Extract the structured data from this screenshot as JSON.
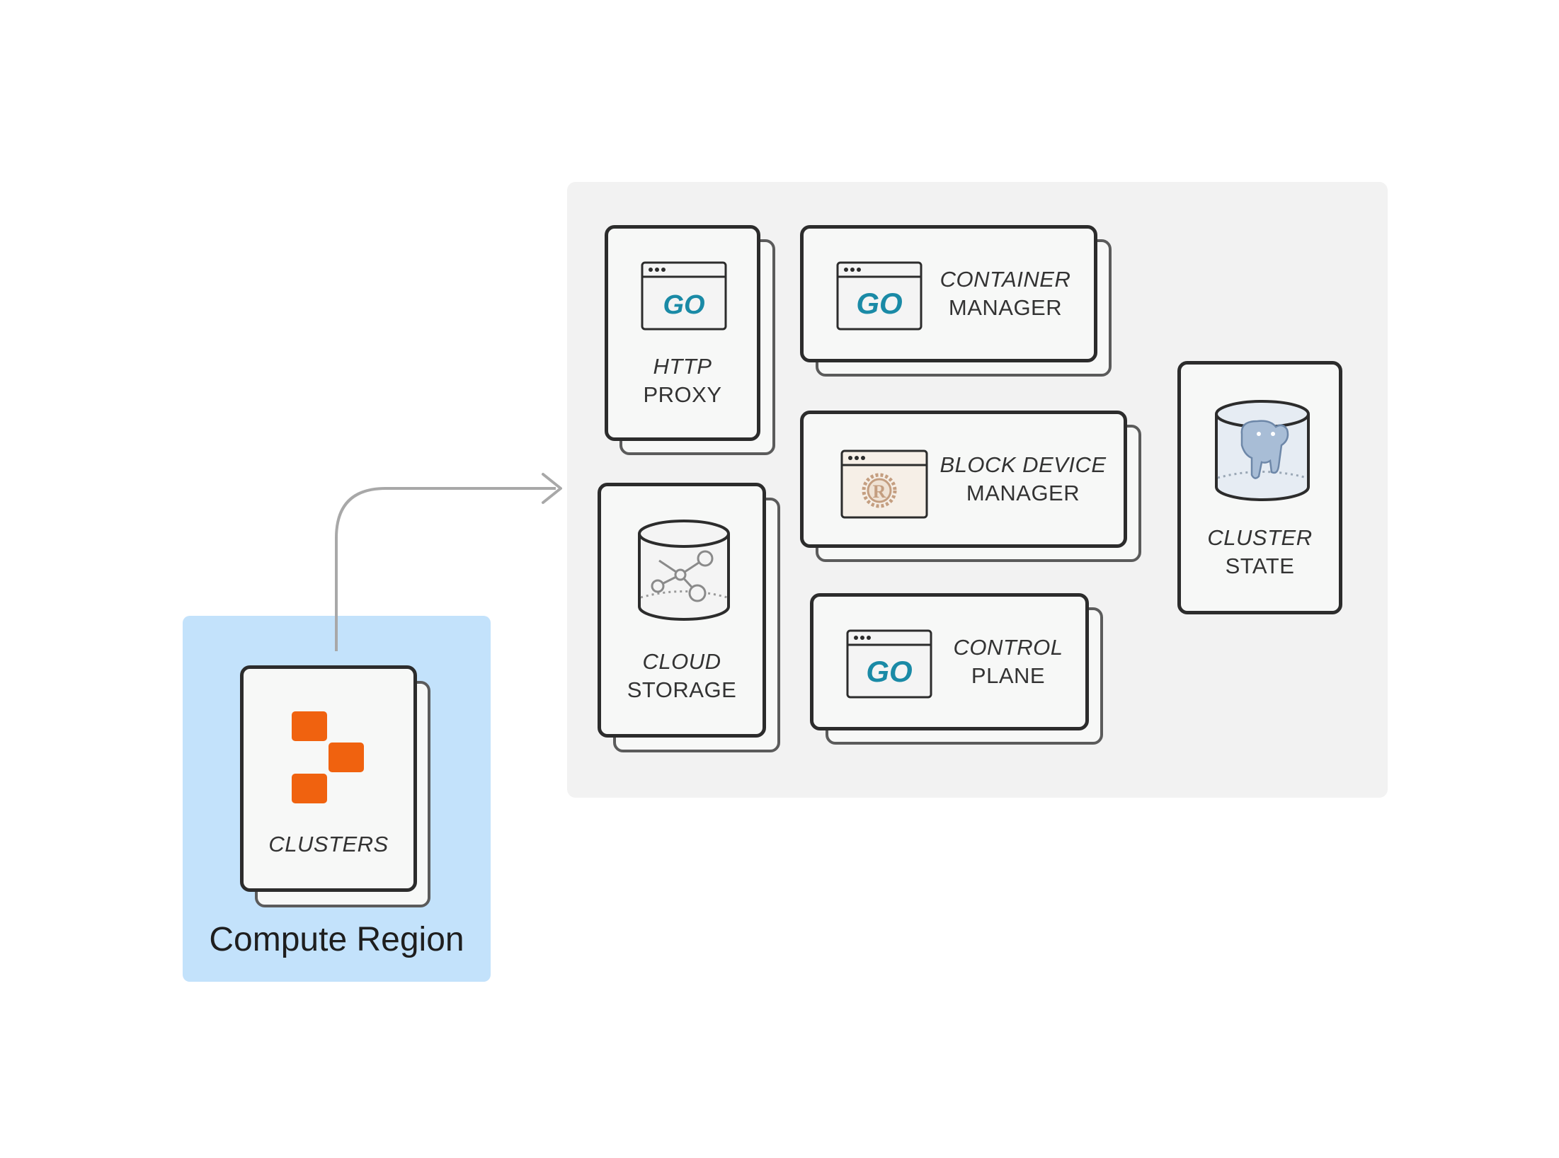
{
  "region": {
    "title": "Compute Region",
    "clusters_label": "CLUSTERS"
  },
  "components": {
    "http_proxy": {
      "line1": "HTTP",
      "line2": "PROXY",
      "icon": "go-window-icon"
    },
    "container_manager": {
      "line1": "CONTAINER",
      "line2": "MANAGER",
      "icon": "go-window-icon"
    },
    "block_device_manager": {
      "line1": "BLOCK DEVICE",
      "line2": "MANAGER",
      "icon": "rust-window-icon"
    },
    "cloud_storage": {
      "line1": "CLOUD",
      "line2": "STORAGE",
      "icon": "object-storage-database-icon"
    },
    "control_plane": {
      "line1": "CONTROL",
      "line2": "PLANE",
      "icon": "go-window-icon"
    },
    "cluster_state": {
      "line1": "CLUSTER",
      "line2": "STATE",
      "icon": "postgres-database-icon"
    }
  },
  "go_text": "GO",
  "colors": {
    "region_bg": "#c3e2fb",
    "cluster_area_bg": "#f2f2f2",
    "brand_orange": "#f0620f",
    "go_teal": "#1a8aa6",
    "arrow_gray": "#a8a8a8"
  }
}
